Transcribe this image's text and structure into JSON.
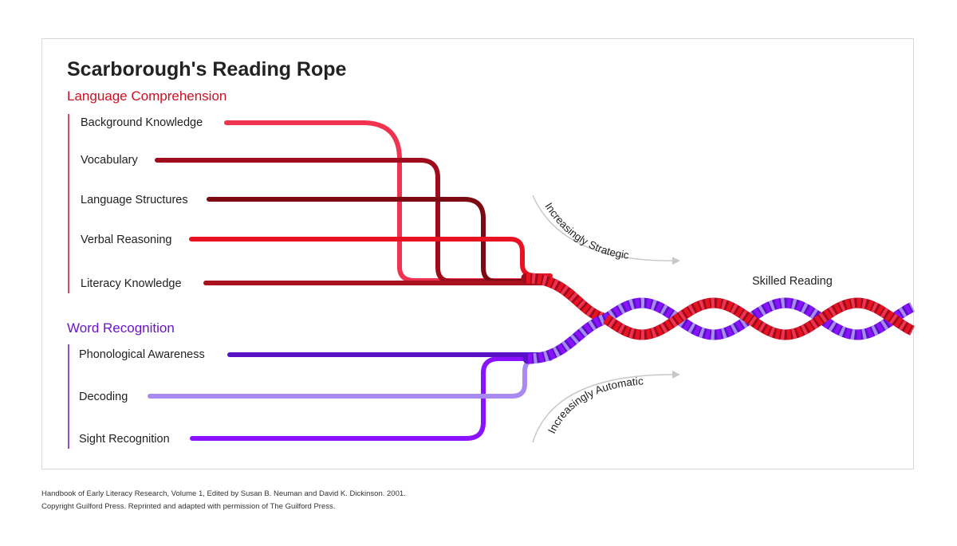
{
  "title": "Scarborough's Reading Rope",
  "language_comprehension": {
    "heading": "Language Comprehension",
    "strands": [
      {
        "label": "Background Knowledge",
        "color": "#f0334f"
      },
      {
        "label": "Vocabulary",
        "color": "#9e0b1c"
      },
      {
        "label": "Language Structures",
        "color": "#7d0a12"
      },
      {
        "label": "Verbal Reasoning",
        "color": "#e81222"
      },
      {
        "label": "Literacy Knowledge",
        "color": "#a8121f"
      }
    ]
  },
  "word_recognition": {
    "heading": "Word Recognition",
    "strands": [
      {
        "label": "Phonological Awareness",
        "color": "#5a12c9"
      },
      {
        "label": "Decoding",
        "color": "#a98af0"
      },
      {
        "label": "Sight Recognition",
        "color": "#8a12ff"
      }
    ]
  },
  "annotations": {
    "strategic": "Increasingly Strategic",
    "automatic": "Increasingly Automatic",
    "outcome": "Skilled Reading"
  },
  "colors": {
    "red_section": "#cc1126",
    "purple_section": "#6b14c8",
    "frame": "#d9d9d9",
    "arrow": "#c8c8c8"
  },
  "footer": {
    "line1": "Handbook of Early Literacy Research, Volume 1, Edited by Susan B. Neuman and David K. Dickinson. 2001.",
    "line2": "Copyright Guilford Press. Reprinted and adapted with permission of The Guilford Press."
  }
}
